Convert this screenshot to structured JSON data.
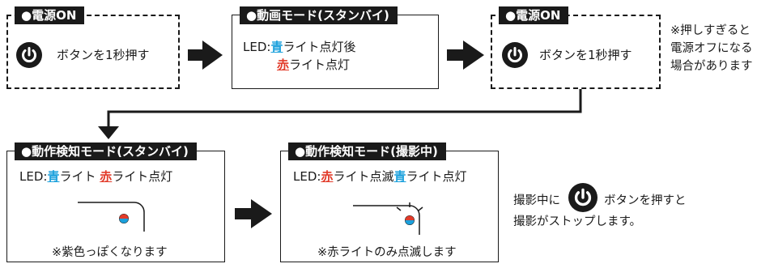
{
  "step1": {
    "tag": "●電源ON",
    "text": "ボタンを1秒押す"
  },
  "step2": {
    "tag": "●動画モード(スタンバイ)",
    "line1_prefix": "LED:",
    "line1_blue": "青",
    "line1_suffix": "ライト点灯後",
    "line2_red": "赤",
    "line2_suffix": "ライト点灯"
  },
  "step3": {
    "tag": "●電源ON",
    "text": "ボタンを1秒押す"
  },
  "side_note": {
    "line1": "※押しすぎると",
    "line2": "電源オフになる",
    "line3": "場合があります"
  },
  "step4": {
    "tag": "●動作検知モード(スタンバイ)",
    "prefix": "LED:",
    "blue": "青",
    "middle": "ライト ",
    "red": "赤",
    "suffix": "ライト点灯",
    "note": "※紫色っぽくなります"
  },
  "step5": {
    "tag": "●動作検知モード(撮影中)",
    "prefix": "LED:",
    "red": "赤",
    "middle": "ライト点滅",
    "blue": "青",
    "suffix": "ライト点灯",
    "note": "※赤ライトのみ点滅します"
  },
  "stop_note": {
    "line1_a": "撮影中に",
    "line1_b": "ボタンを押すと",
    "line2": "撮影がストップします。"
  },
  "colors": {
    "blue": "#1aa0dc",
    "red": "#e23b2a",
    "ink": "#1a1a1a"
  },
  "icons": [
    "power-icon",
    "arrow-right-icon",
    "arrow-down-icon",
    "led-indicator-icon"
  ]
}
